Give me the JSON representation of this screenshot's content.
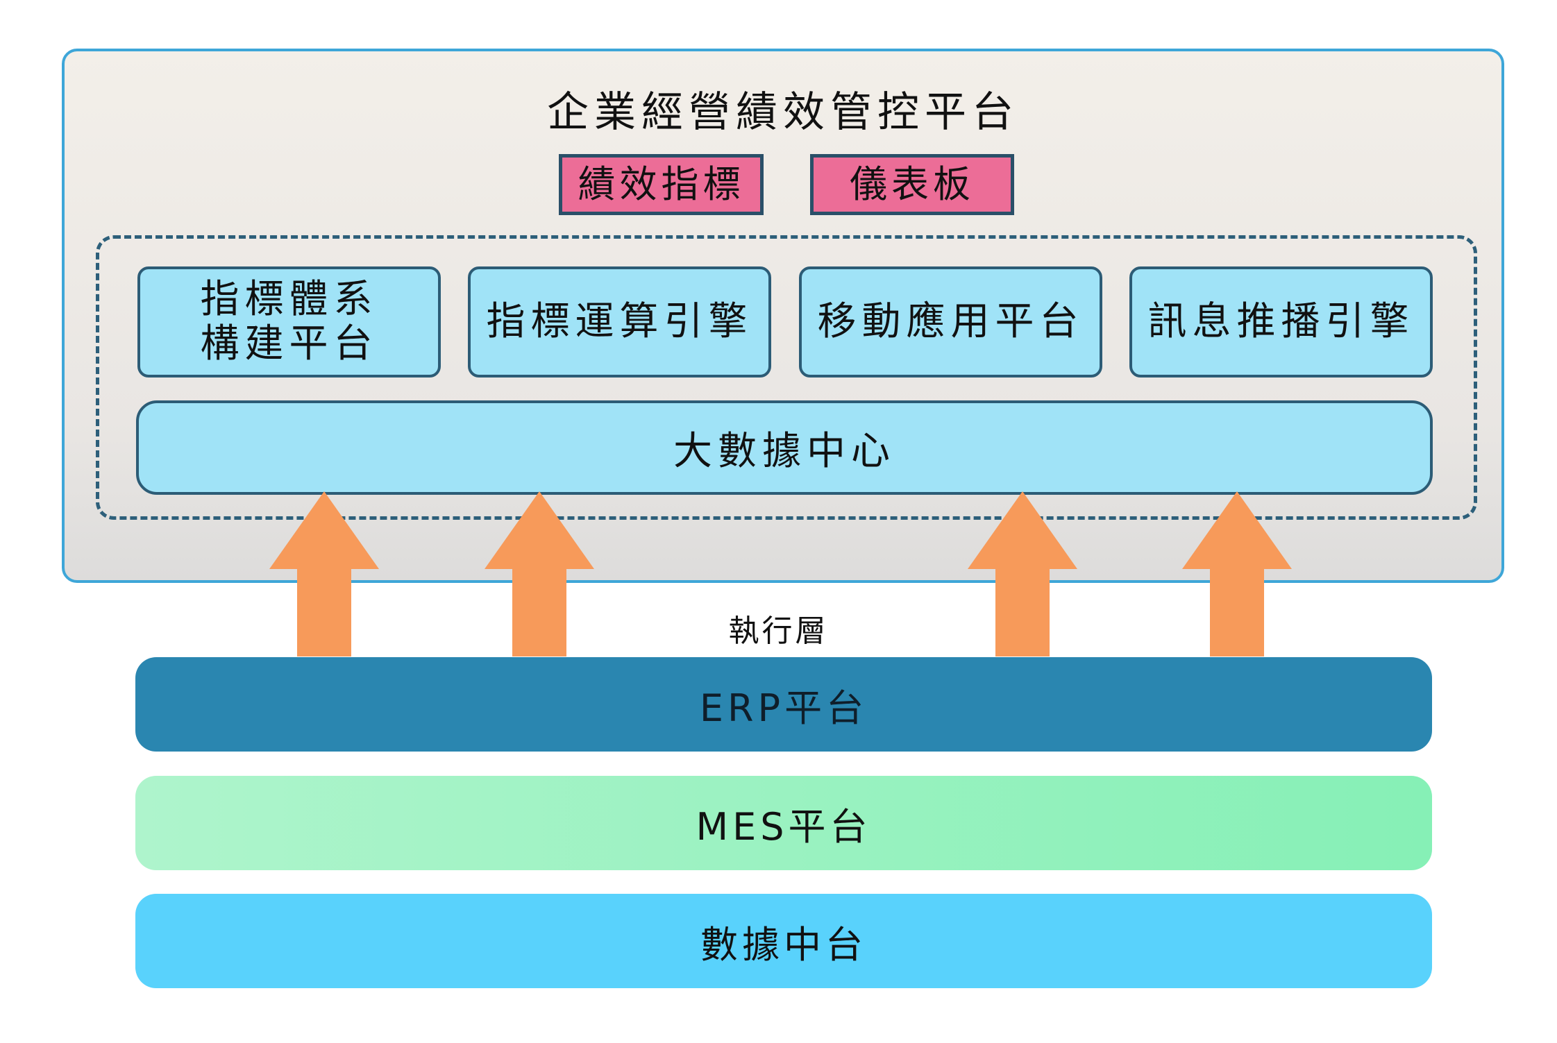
{
  "platform": {
    "title": "企業經營績效管控平台",
    "tags": [
      "績效指標",
      "儀表板"
    ],
    "modules": [
      "指標體系\n構建平台",
      "指標運算引擎",
      "移動應用平台",
      "訊息推播引擎"
    ],
    "core": "大數據中心"
  },
  "execution_layer_label": "執行層",
  "layers": {
    "erp": "ERP平台",
    "mes": "MES平台",
    "data": "數據中台"
  },
  "colors": {
    "tag_fill": "#ec6d97",
    "module_fill": "#a0e3f7",
    "arrow": "#f79a5a",
    "erp": "#2a86b0",
    "mes": "#94f2bd",
    "data": "#59d2fc",
    "border": "#3ea6d8"
  },
  "icons": [
    "up-arrow-icon"
  ]
}
